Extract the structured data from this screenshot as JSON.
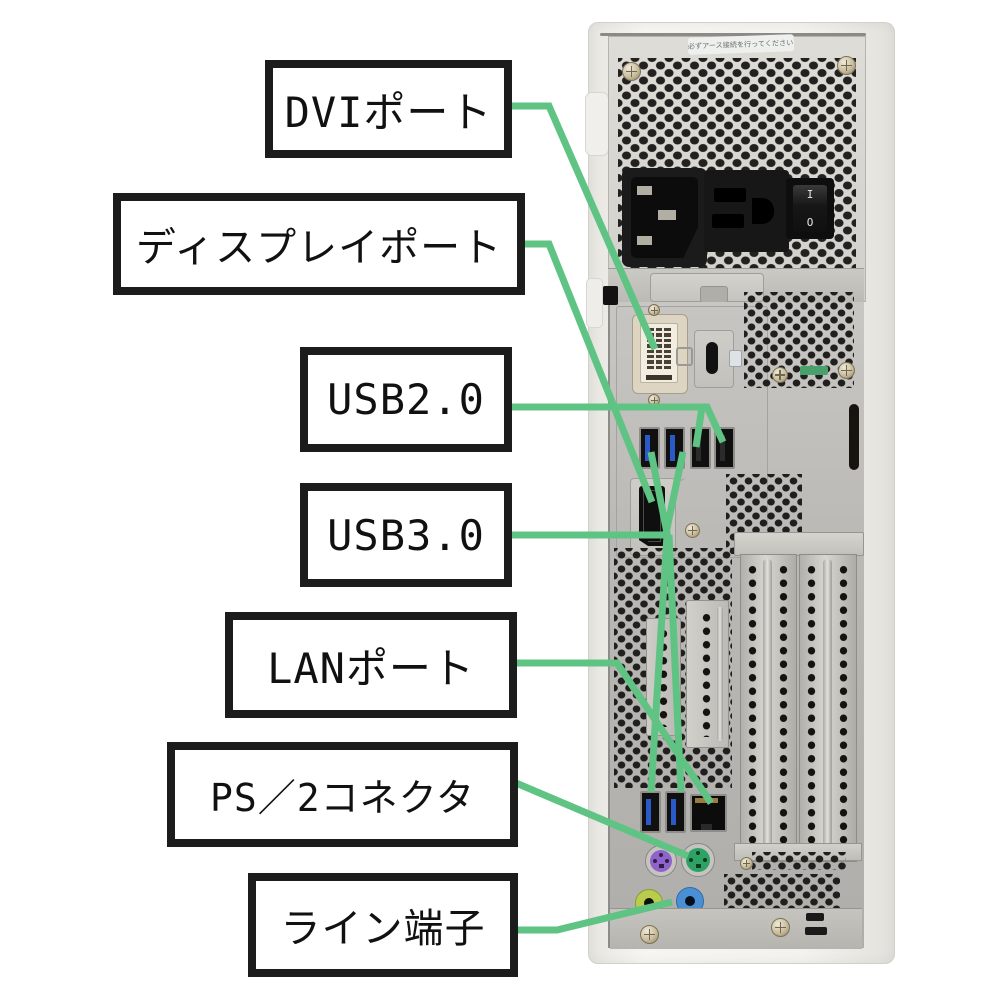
{
  "annotations": {
    "leader_color": "#5ec383",
    "box_border_color": "#1c1c1c",
    "labels": [
      {
        "id": "dvi",
        "text": "DVIポート"
      },
      {
        "id": "displayport",
        "text": "ディスプレイポート"
      },
      {
        "id": "usb2",
        "text": "USB2.0"
      },
      {
        "id": "usb3",
        "text": "USB3.0"
      },
      {
        "id": "lan",
        "text": "LANポート"
      },
      {
        "id": "ps2",
        "text": "PS／2コネクタ"
      },
      {
        "id": "line",
        "text": "ライン端子"
      }
    ]
  },
  "pc": {
    "sticker_text": "必ずアース接続を行ってください",
    "power_switch": {
      "on_label": "I",
      "off_label": "O"
    },
    "port_colors": {
      "usb3_tongue": "#2a59c8",
      "usb2_tongue": "#2b2b2b",
      "ps2_keyboard": "#8f63c9",
      "ps2_mouse": "#2ea264",
      "line_out": "#b9cc4e",
      "line_in": "#4a8fd4"
    }
  }
}
